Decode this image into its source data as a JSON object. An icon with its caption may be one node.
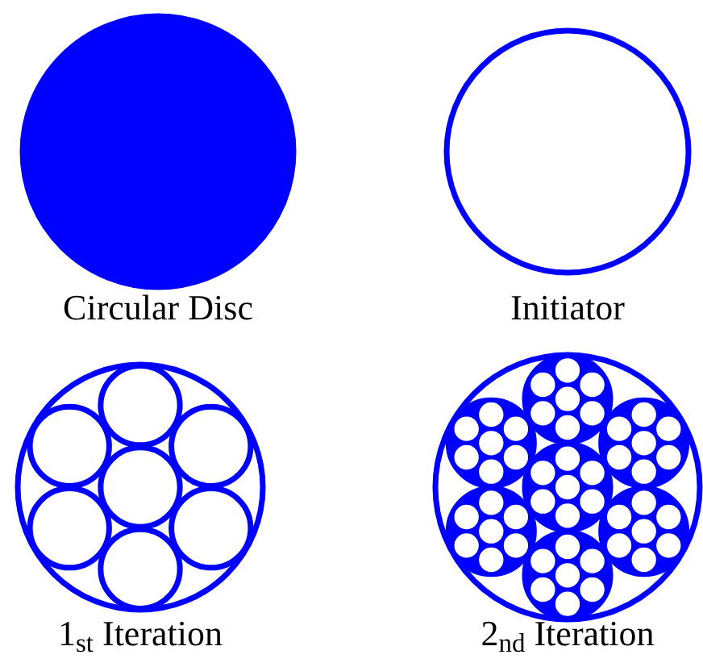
{
  "diagram": {
    "nodes": [
      {
        "text": [
          "Circular Disc"
        ]
      },
      {
        "text": [
          "Initiator"
        ]
      },
      {
        "text": [
          "1$_{st}$ Iteration"
        ]
      },
      {
        "text": [
          "2$_{nd}$ Iteration"
        ]
      }
    ]
  }
}
